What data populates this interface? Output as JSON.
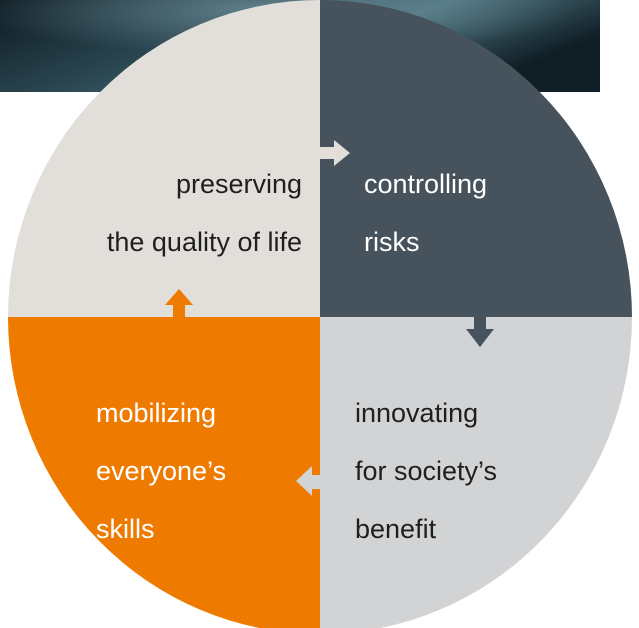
{
  "cycle": {
    "segments": [
      {
        "id": "top-left",
        "lines": [
          "preserving",
          "the quality of life"
        ],
        "color": "#e2dfdb",
        "text_color": "#1f1f1f"
      },
      {
        "id": "top-right",
        "lines": [
          "controlling",
          "risks"
        ],
        "color": "#46525c",
        "text_color": "#ffffff"
      },
      {
        "id": "bottom-right",
        "lines": [
          "innovating",
          "for society’s",
          "benefit"
        ],
        "color": "#d1d3d5",
        "text_color": "#1f1f1f"
      },
      {
        "id": "bottom-left",
        "lines": [
          "mobilizing",
          "everyone’s",
          "skills"
        ],
        "color": "#ef7a00",
        "text_color": "#ffffff"
      }
    ],
    "arrows": [
      {
        "from": "top-left",
        "to": "top-right",
        "direction": "right",
        "color": "#e2dfdb"
      },
      {
        "from": "top-right",
        "to": "bottom-right",
        "direction": "down",
        "color": "#46525c"
      },
      {
        "from": "bottom-right",
        "to": "bottom-left",
        "direction": "left",
        "color": "#d1d3d5"
      },
      {
        "from": "bottom-left",
        "to": "top-left",
        "direction": "up",
        "color": "#ef7a00"
      }
    ]
  },
  "background_photo": {
    "description_icon": "photo-background",
    "color_dark": "#0d1a22",
    "color_light": "#3f6470"
  }
}
